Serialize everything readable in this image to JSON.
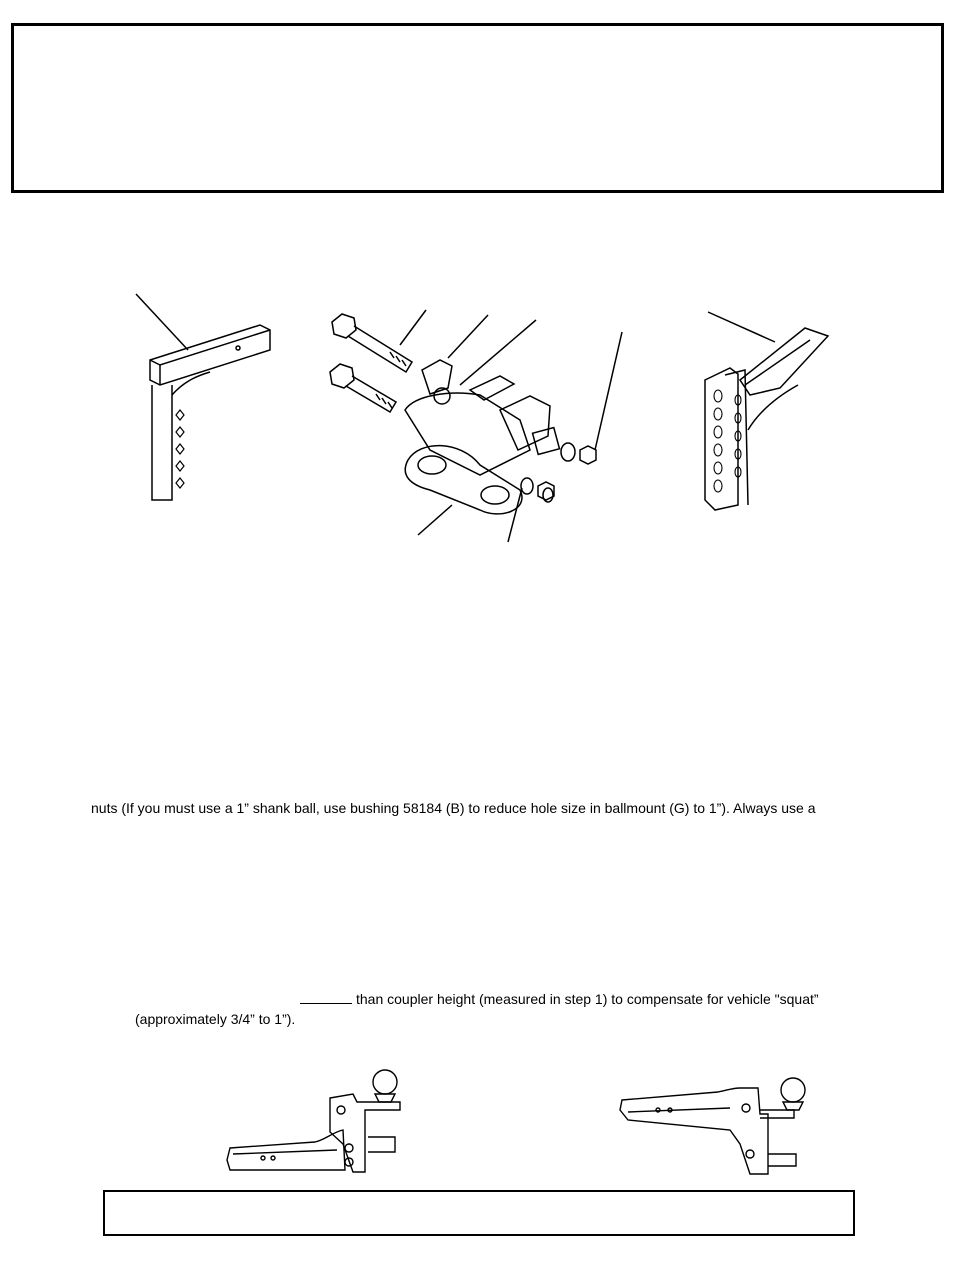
{
  "body_text": {
    "line1": "nuts (If you must use a 1” shank ball, use bushing 58184 (B) to reduce hole size in ballmount (G) to 1”).  Always use a",
    "line2_after_blank": "than coupler height (measured in step 1) to compensate for vehicle \"squat”",
    "line3": "(approximately 3/4” to 1”)."
  },
  "icons": [
    "shank-illustration",
    "hitch-exploded-view",
    "assembled-hitch-illustration",
    "hitch-drop-illustration",
    "hitch-rise-illustration"
  ]
}
